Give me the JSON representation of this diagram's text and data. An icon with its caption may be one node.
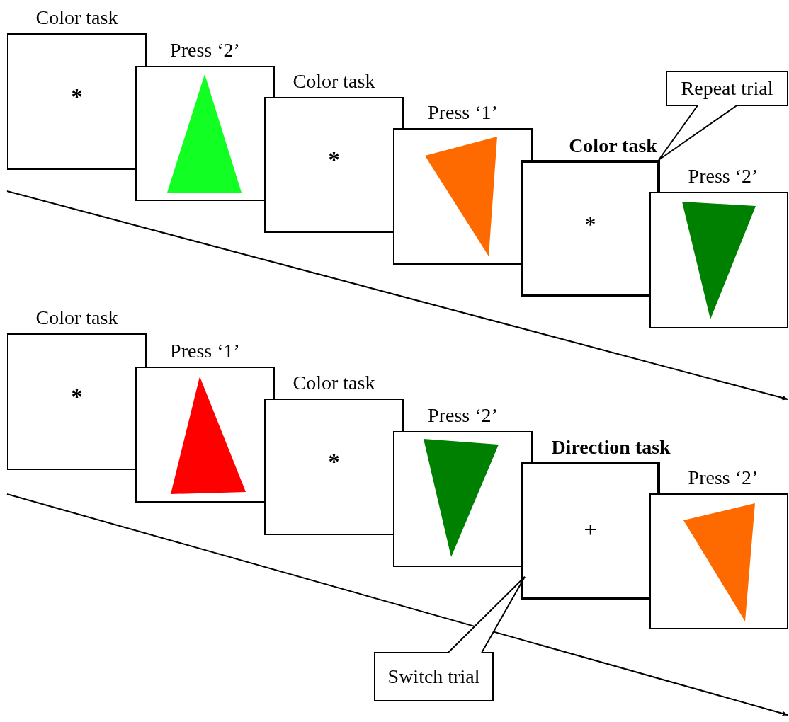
{
  "diagram": {
    "nodes": [
      {
        "text": [
          "Color task",
          "*"
        ]
      },
      {
        "text": [
          "Press ‘2’"
        ]
      },
      {
        "text": [
          "Color task",
          "*"
        ]
      },
      {
        "text": [
          "Press ‘1’"
        ]
      },
      {
        "text": [
          "Color task",
          "*"
        ]
      },
      {
        "text": [
          "Press ‘2’"
        ]
      },
      {
        "text": [
          "Repeat trial"
        ]
      },
      {
        "text": [
          "Color task",
          "*"
        ]
      },
      {
        "text": [
          "Press ‘1’"
        ]
      },
      {
        "text": [
          "Color task",
          "*"
        ]
      },
      {
        "text": [
          "Press ‘2’"
        ]
      },
      {
        "text": [
          "Direction task",
          "+"
        ]
      },
      {
        "text": [
          "Press ‘2’"
        ]
      },
      {
        "text": [
          "Switch trial"
        ]
      },
      {
        "text": [],
        "shape": "triangle",
        "in": 1
      },
      {
        "text": [],
        "shape": "triangle",
        "in": 3
      },
      {
        "text": [],
        "shape": "triangle",
        "in": 5
      },
      {
        "text": [],
        "shape": "triangle",
        "in": 8
      },
      {
        "text": [],
        "shape": "triangle",
        "in": 10
      },
      {
        "text": [],
        "shape": "triangle",
        "in": 12
      }
    ],
    "edges": [
      {
        "from": 6,
        "to": 4,
        "arrow": "none"
      },
      {
        "from": 13,
        "to": 11,
        "arrow": "none"
      }
    ]
  }
}
